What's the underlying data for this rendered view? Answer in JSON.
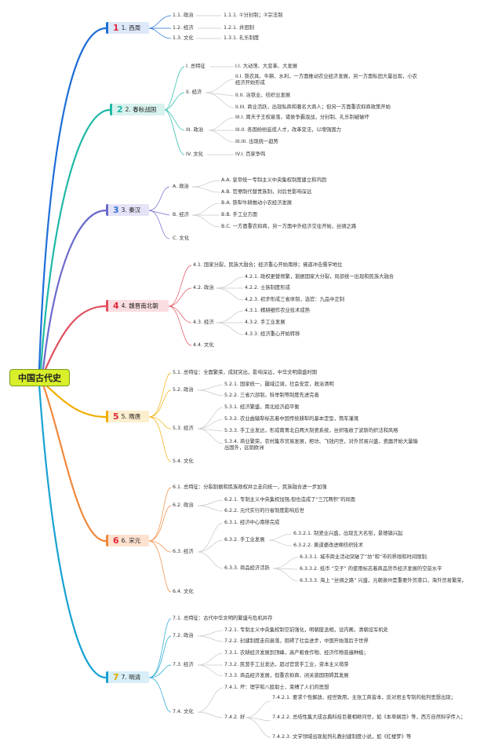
{
  "root": "中国古代史",
  "colors": {
    "xizhou": "#1f6ed8",
    "chunqiu": "#1fb8a6",
    "qinhan": "#6a6acd",
    "weijin": "#e0505e",
    "suitang": "#f2ad00",
    "songyuan": "#f0883b",
    "mingqing": "#18a2d2",
    "leaf_line": "#c8c8c8"
  },
  "branches": {
    "xizhou": {
      "num": "1",
      "label": "1. 西周",
      "l1": [
        "1.1. 政治",
        "1.2. 经济",
        "1.3. 文化"
      ],
      "l2": [
        "1.1.1. ①分封制；②宗法制",
        "1.2.1. 井田制",
        "1.3.1. 礼乐制度"
      ]
    },
    "chunqiu": {
      "num": "2",
      "label": "2. 春秋战国",
      "l1": [
        "I. 总特征",
        "II. 经济",
        "III. 政治",
        "IV. 文化"
      ],
      "l2": [
        "I.I. 大动荡、大变革、大发展",
        "II.I. 铁农具、牛耕、水利，一方面推动农业经济发展，另一方面私田大量出现，小农经济开始形成",
        "II.II. 冶铁业、纺织业发展",
        "II.III. 商业活跃，出现私商和著名大商人；但另一方面重农抑商政策开始",
        "III.I. 周天子王权衰落，诸侯争霸混战，分封制、礼乐制被破坏",
        "III.II. 各国纷纷延揽人才，改革变法，以增强国力",
        "III.III. 出现统一趋势",
        "IV.I. 百家争鸣"
      ]
    },
    "qinhan": {
      "num": "3",
      "label": "3. 秦汉",
      "l1": [
        "A. 政治",
        "B. 经济",
        "C. 文化"
      ],
      "l2": [
        "A.A. 皇帝统一专制主义中央集权制度建立和巩固",
        "A.B. 官僚制代替贵族制，对后世影响深远",
        "B.A. 铁犁牛耕推动小农经济发展",
        "B.B. 手工业方面",
        "B.C. 一方面重农抑商，另一方面中外经济交往开始，丝绸之路"
      ]
    },
    "weijin": {
      "num": "4",
      "label": "4. 魏晋南北朝",
      "l1": [
        "4.1. 国家分裂，民族大融合；经济重心开始南移；佛道冲击儒学地位",
        "4.2. 政治",
        "4.3. 经济",
        "4.4. 文化"
      ],
      "l2": [
        "4.2.1. 政权更替频繁，割据国家大分裂，局部统一出现和民族大融合",
        "4.2.2. 士族制度形成",
        "4.2.3. 初步形成三省体制，选官：九品中正制",
        "4.3.1. 精耕细作农业技术成熟",
        "4.3.2. 手工业发展",
        "4.3.3. 经济重心开始转移"
      ]
    },
    "suitang": {
      "num": "5",
      "label": "5. 隋唐",
      "l1": [
        "5.1. 总特征：全面繁荣，成就突出，影响深远，中华文明鼎盛时期",
        "5.2. 政治",
        "5.3. 经济",
        "5.4. 文化"
      ],
      "l2": [
        "5.2.1. 国家统一，疆域辽阔，社会安定，政治清明",
        "5.2.2. 三省六部制，科举制等制度先进完善",
        "5.3.1. 经济繁盛，南北经济趋平衡",
        "5.3.2. 农业曲辕犁标志着中国传统耕犁的基本定型，筒车灌溉",
        "5.3.3. 手工业发达，形成南青北白两大制瓷系统，丝织吸收了波斯的织法和风格",
        "5.3.4. 商业繁荣，农村集市贸易发展，柜坊、飞钱问世，对外贸易兴盛，瓷器开始大量输出国外，远销欧洲"
      ]
    },
    "songyuan": {
      "num": "6",
      "label": "6. 宋元",
      "l1": [
        "6.1. 总特征：分裂割据和民族政权并立走向统一，民族融合进一步加强",
        "6.2. 政治",
        "6.3. 经济",
        "6.4. 文化"
      ],
      "l2": [
        "6.2.1. 专制主义中央集权加强,但也造成了“三冗两积”的局面",
        "6.2.2. 元代实行的行省制度影响后世",
        "6.3.1. 经济中心南移完成",
        "6.3.2. 手工业发展",
        "6.3.3. 商品经济活跃"
      ],
      "l3": [
        "6.3.2.1. 制瓷业兴盛，出现五大名窑，景德镇兴起",
        "6.3.2.2. 黄道婆改进棉纺织技术",
        "6.3.3.1. 城市商业活动突破了“坊”和“市的界限和时间限制.",
        "6.3.3.2. 纸币 “交子” 的使用标志着商品货币经济发展的空前水平",
        "6.3.3.3. 海上 “丝绸之路” 兴盛，元朝泉州是重要外贸港口，海外贸易繁荣。"
      ]
    },
    "mingqing": {
      "num": "7",
      "label": "7. 明清",
      "l1": [
        "7.1. 总特征：古代中华文明的繁盛与危机并存",
        "7.2. 政治",
        "7.3. 经济",
        "7.4. 文化"
      ],
      "l2": [
        "7.2.1. 专制主义中央集权制空前强化，明朝废丞相，设内阁，清朝设军机处",
        "7.2.2. 封建制度走向衰落，阻碍了社会进步，中国开始落后于世界",
        "7.3.1. 农耕经济发展到顶峰，高产粮食作物、经济作物普遍种植；",
        "7.3.2. 民营手工业发达，超过官营手工业，资本主义萌芽",
        "7.3.3. 商品经济发展，但重农抑商、闭关锁国阻碍其发展",
        "7.4.1. 坏：理学和八股取士，束缚了人们的思想",
        "7.4.2. 好"
      ],
      "l3": [
        "7.4.2.1. 要求个性解放、经世致用，主张工商皆本，反对君主专制的批判思想出现；",
        "7.4.2.2. 总结性集大成古典科技巨著相继问世，如《本草纲目》等，西方自然科学传入；",
        "7.4.2.3. 文学领域出现批判礼教封建制度小说，如《红楼梦》等"
      ]
    }
  }
}
